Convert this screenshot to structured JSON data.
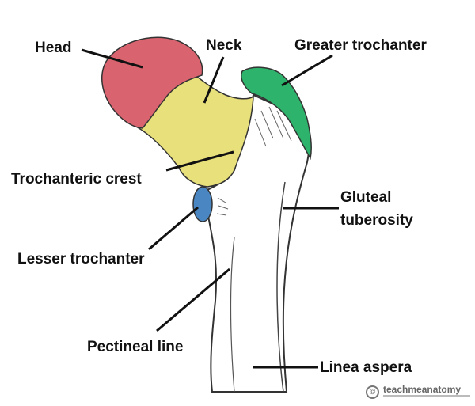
{
  "labels": {
    "head": "Head",
    "neck": "Neck",
    "greater_trochanter": "Greater trochanter",
    "trochanteric_crest": "Trochanteric crest",
    "gluteal_tuberosity_line1": "Gluteal",
    "gluteal_tuberosity_line2": "tuberosity",
    "lesser_trochanter": "Lesser trochanter",
    "pectineal_line": "Pectineal line",
    "linea_aspera": "Linea aspera"
  },
  "watermark": {
    "brand": "teachmeanatomy",
    "icon": "copyright-icon"
  },
  "colors": {
    "head": "#d9636e",
    "neck": "#e8e07a",
    "greater_trochanter": "#2db36b",
    "lesser_trochanter": "#4a86c2",
    "bone_outline": "#333333",
    "leader_line": "#111111"
  }
}
